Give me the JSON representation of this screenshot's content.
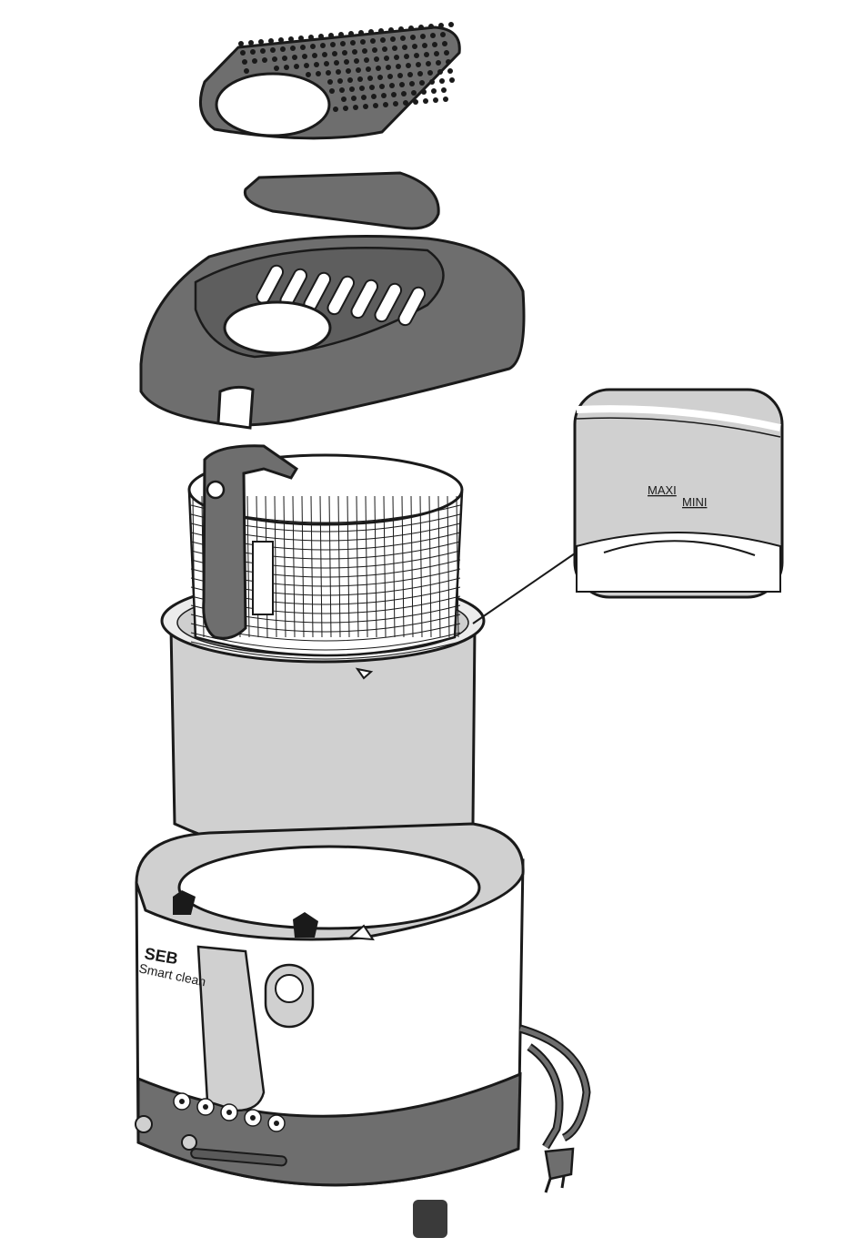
{
  "figure": {
    "brand_logo": "SEB",
    "brand_product": "Smart clean",
    "zoom_callout": {
      "maxi_label": "MAXI",
      "mini_label": "MINI"
    },
    "control_icons": [
      "fries-icon",
      "fish-icon",
      "chicken-icon",
      "meat-icon",
      "vegetable-icon"
    ],
    "colors": {
      "dark_part": "#6e6e6e",
      "light_part": "#d0d0d0",
      "outline": "#1a1a1a",
      "body": "#ffffff",
      "page_badge": "#3a3a3a"
    }
  }
}
